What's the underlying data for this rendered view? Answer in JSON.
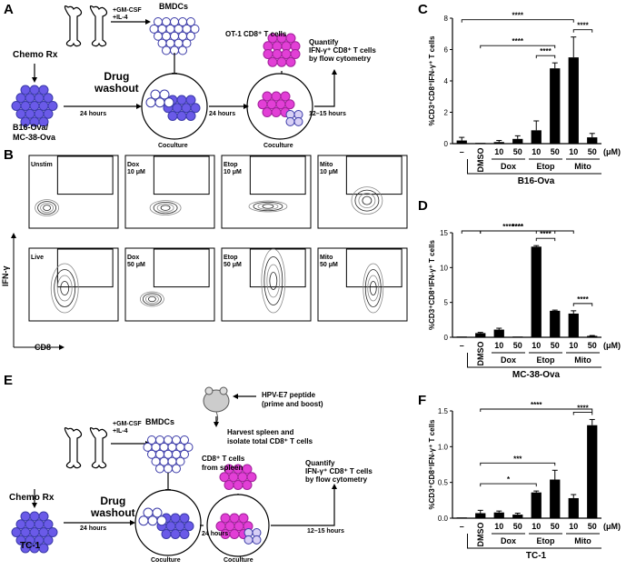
{
  "panel_letters": {
    "a": "A",
    "b": "B",
    "c": "C",
    "d": "D",
    "e": "E",
    "f": "F"
  },
  "schematic_a": {
    "chemo": "Chemo Rx",
    "tumor": "B16-Ova/\nMC-38-Ova",
    "cytokines": "+GM-CSF\n+IL-4",
    "bmdcs": "BMDCs",
    "ot1": "OT-1 CD8⁺ T cells",
    "drug_washout": "Drug\nwashout",
    "hours24_a": "24 hours",
    "hours24_b": "24 hours",
    "hours12_15": "12–15 hours",
    "coculture1": "Coculture",
    "coculture2": "Coculture",
    "quantify": "Quantify\nIFN-γ⁺ CD8⁺ T cells\nby flow cytometry"
  },
  "flow_b": {
    "ylabel": "IFN-γ",
    "xlabel": "CD8",
    "row1": [
      "Unstim",
      "Dox\n10 μM",
      "Etop\n10 μM",
      "Mito\n10 μM"
    ],
    "row2": [
      "Live",
      "Dox\n50 μM",
      "Etop\n50 μM",
      "Mito\n50 μM"
    ]
  },
  "schematic_e": {
    "chemo": "Chemo Rx",
    "tumor": "TC-1",
    "cytokines": "+GM-CSF\n+IL-4",
    "bmdcs": "BMDCs",
    "hpv": "HPV-E7 peptide\n(prime and boost)",
    "harvest": "Harvest spleen and\nisolate total CD8⁺ T cells",
    "cd8_spleen": "CD8⁺ T cells\nfrom spleen",
    "drug_washout": "Drug\nwashout",
    "hours24_a": "24 hours",
    "hours24_b": "24 hours",
    "hours12_15": "12–15 hours",
    "coculture1": "Coculture",
    "coculture2": "Coculture",
    "quantify": "Quantify\nIFN-γ⁺ CD8⁺ T cells\nby flow cytometry"
  },
  "colors": {
    "tumor": "#6a5ae8",
    "dc": "#3a3aa8",
    "tcell": "#e23fd6"
  },
  "chart_data": [
    {
      "type": "bar",
      "panel": "C",
      "ylabel": "%CD3⁺CD8⁺IFN-γ⁺ T cells",
      "ylim": [
        0,
        8
      ],
      "yticks": [
        0,
        2,
        4,
        6,
        8
      ],
      "categories": [
        "–",
        "DMSO",
        "10",
        "50",
        "10",
        "50",
        "10",
        "50"
      ],
      "groups": [
        {
          "label": "Dox",
          "from": 2,
          "to": 3
        },
        {
          "label": "Etop",
          "from": 4,
          "to": 5
        },
        {
          "label": "Mito",
          "from": 6,
          "to": 7
        }
      ],
      "unit": "(μM)",
      "caption": "B16-Ova",
      "values": [
        0.2,
        0.0,
        0.1,
        0.3,
        0.85,
        4.8,
        5.5,
        0.4
      ],
      "errors": [
        0.2,
        0.0,
        0.1,
        0.2,
        0.6,
        0.35,
        1.3,
        0.25
      ],
      "significance": [
        {
          "from": 0,
          "to": 6,
          "label": "****"
        },
        {
          "from": 1,
          "to": 5,
          "label": "****"
        },
        {
          "from": 4,
          "to": 5,
          "label": "****"
        },
        {
          "from": 6,
          "to": 7,
          "label": "****"
        }
      ]
    },
    {
      "type": "bar",
      "panel": "D",
      "ylabel": "%CD3⁺CD8⁺IFN-γ⁺ T cells",
      "ylim": [
        0,
        15
      ],
      "yticks": [
        0,
        5,
        10,
        15
      ],
      "categories": [
        "–",
        "DMSO",
        "10",
        "50",
        "10",
        "50",
        "10",
        "50"
      ],
      "groups": [
        {
          "label": "Dox",
          "from": 2,
          "to": 3
        },
        {
          "label": "Etop",
          "from": 4,
          "to": 5
        },
        {
          "label": "Mito",
          "from": 6,
          "to": 7
        }
      ],
      "unit": "(μM)",
      "caption": "MC-38-Ova",
      "values": [
        0.0,
        0.6,
        1.1,
        0.0,
        13.0,
        3.8,
        3.4,
        0.2
      ],
      "errors": [
        0.0,
        0.1,
        0.2,
        0.0,
        0.15,
        0.1,
        0.4,
        0.05
      ],
      "significance": [
        {
          "from": 0,
          "to": 6,
          "label": "****"
        },
        {
          "from": 1,
          "to": 5,
          "label": "****"
        },
        {
          "from": 1,
          "to": 4,
          "label": "****"
        },
        {
          "from": 4,
          "to": 5,
          "label": "****"
        },
        {
          "from": 6,
          "to": 7,
          "label": "****"
        }
      ]
    },
    {
      "type": "bar",
      "panel": "F",
      "ylabel": "%CD3⁺CD8⁺IFN-γ⁺ T cells",
      "ylim": [
        0,
        1.5
      ],
      "yticks": [
        0.0,
        0.5,
        1.0,
        1.5
      ],
      "categories": [
        "–",
        "DMSO",
        "10",
        "50",
        "10",
        "50",
        "10",
        "50"
      ],
      "groups": [
        {
          "label": "Dox",
          "from": 2,
          "to": 3
        },
        {
          "label": "Etop",
          "from": 4,
          "to": 5
        },
        {
          "label": "Mito",
          "from": 6,
          "to": 7
        }
      ],
      "unit": "(μM)",
      "caption": "TC-1",
      "values": [
        0.0,
        0.07,
        0.08,
        0.05,
        0.36,
        0.54,
        0.28,
        1.3
      ],
      "errors": [
        0.0,
        0.04,
        0.02,
        0.02,
        0.02,
        0.13,
        0.05,
        0.08
      ],
      "significance": [
        {
          "from": 1,
          "to": 7,
          "label": "****"
        },
        {
          "from": 1,
          "to": 5,
          "label": "***"
        },
        {
          "from": 1,
          "to": 4,
          "label": "*"
        },
        {
          "from": 6,
          "to": 7,
          "label": "****"
        }
      ]
    }
  ]
}
